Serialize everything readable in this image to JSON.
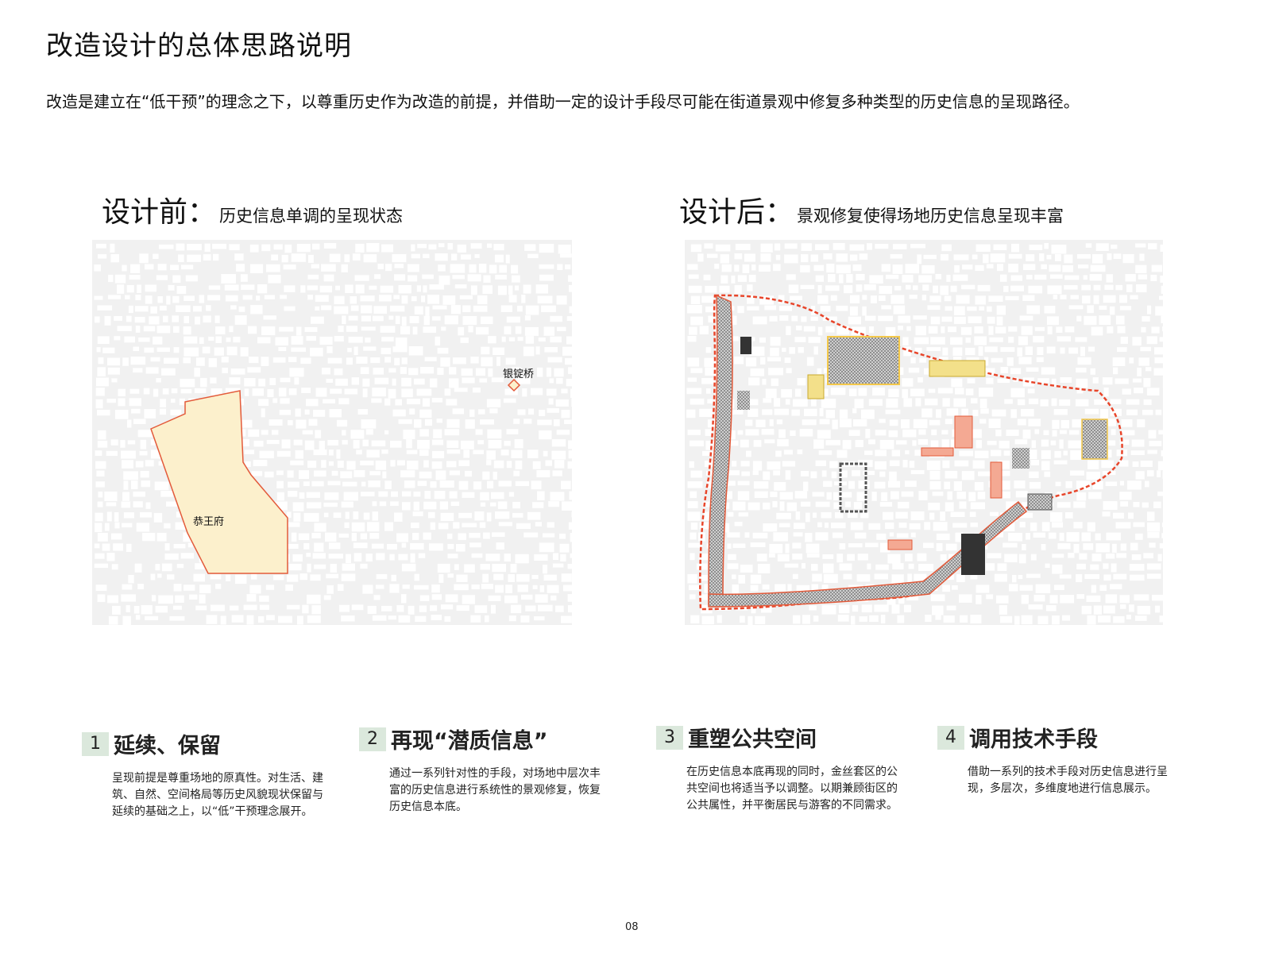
{
  "title": "改造设计的总体思路说明",
  "intro": "改造是建立在“低干预”的理念之下，以尊重历史作为改造的前提，并借助一定的设计手段尽可能在街道景观中修复多种类型的历史信息的呈现路径。",
  "before": {
    "heading": "设计前：",
    "subheading": "历史信息单调的呈现状态",
    "labels": {
      "prince_mansion": "恭王府",
      "silver_bridge": "银锭桥"
    }
  },
  "after": {
    "heading": "设计后：",
    "subheading": "景观修复使得场地历史信息呈现丰富"
  },
  "principles": [
    {
      "number": "1",
      "title": "延续、保留",
      "body": "呈现前提是尊重场地的原真性。对生活、建筑、自然、空间格局等历史风貌现状保留与延续的基础之上，以“低”干预理念展开。"
    },
    {
      "number": "2",
      "title": "再现“潜质信息”",
      "body": "通过一系列针对性的手段，对场地中层次丰富的历史信息进行系统性的景观修复，恢复历史信息本底。"
    },
    {
      "number": "3",
      "title": "重塑公共空间",
      "body": "在历史信息本底再现的同时，金丝套区的公共空间也将适当予以调整。以期兼顾街区的公共属性，并平衡居民与游客的不同需求。"
    },
    {
      "number": "4",
      "title": "调用技术手段",
      "body": "借助一系列的技术手段对历史信息进行呈现，多层次，多维度地进行信息展示。"
    }
  ],
  "page_number": "08",
  "colors": {
    "map_background": "#f1f1f1",
    "building": "#ffffff",
    "prince_fill": "#fcf0cc",
    "prince_stroke": "#e35a3a",
    "boundary_dashed": "#e8452a",
    "intervention_yellow": "#f3e08a",
    "intervention_pink": "#f4a993",
    "heritage_dark": "#444444",
    "badge": "#dbe8dc"
  }
}
